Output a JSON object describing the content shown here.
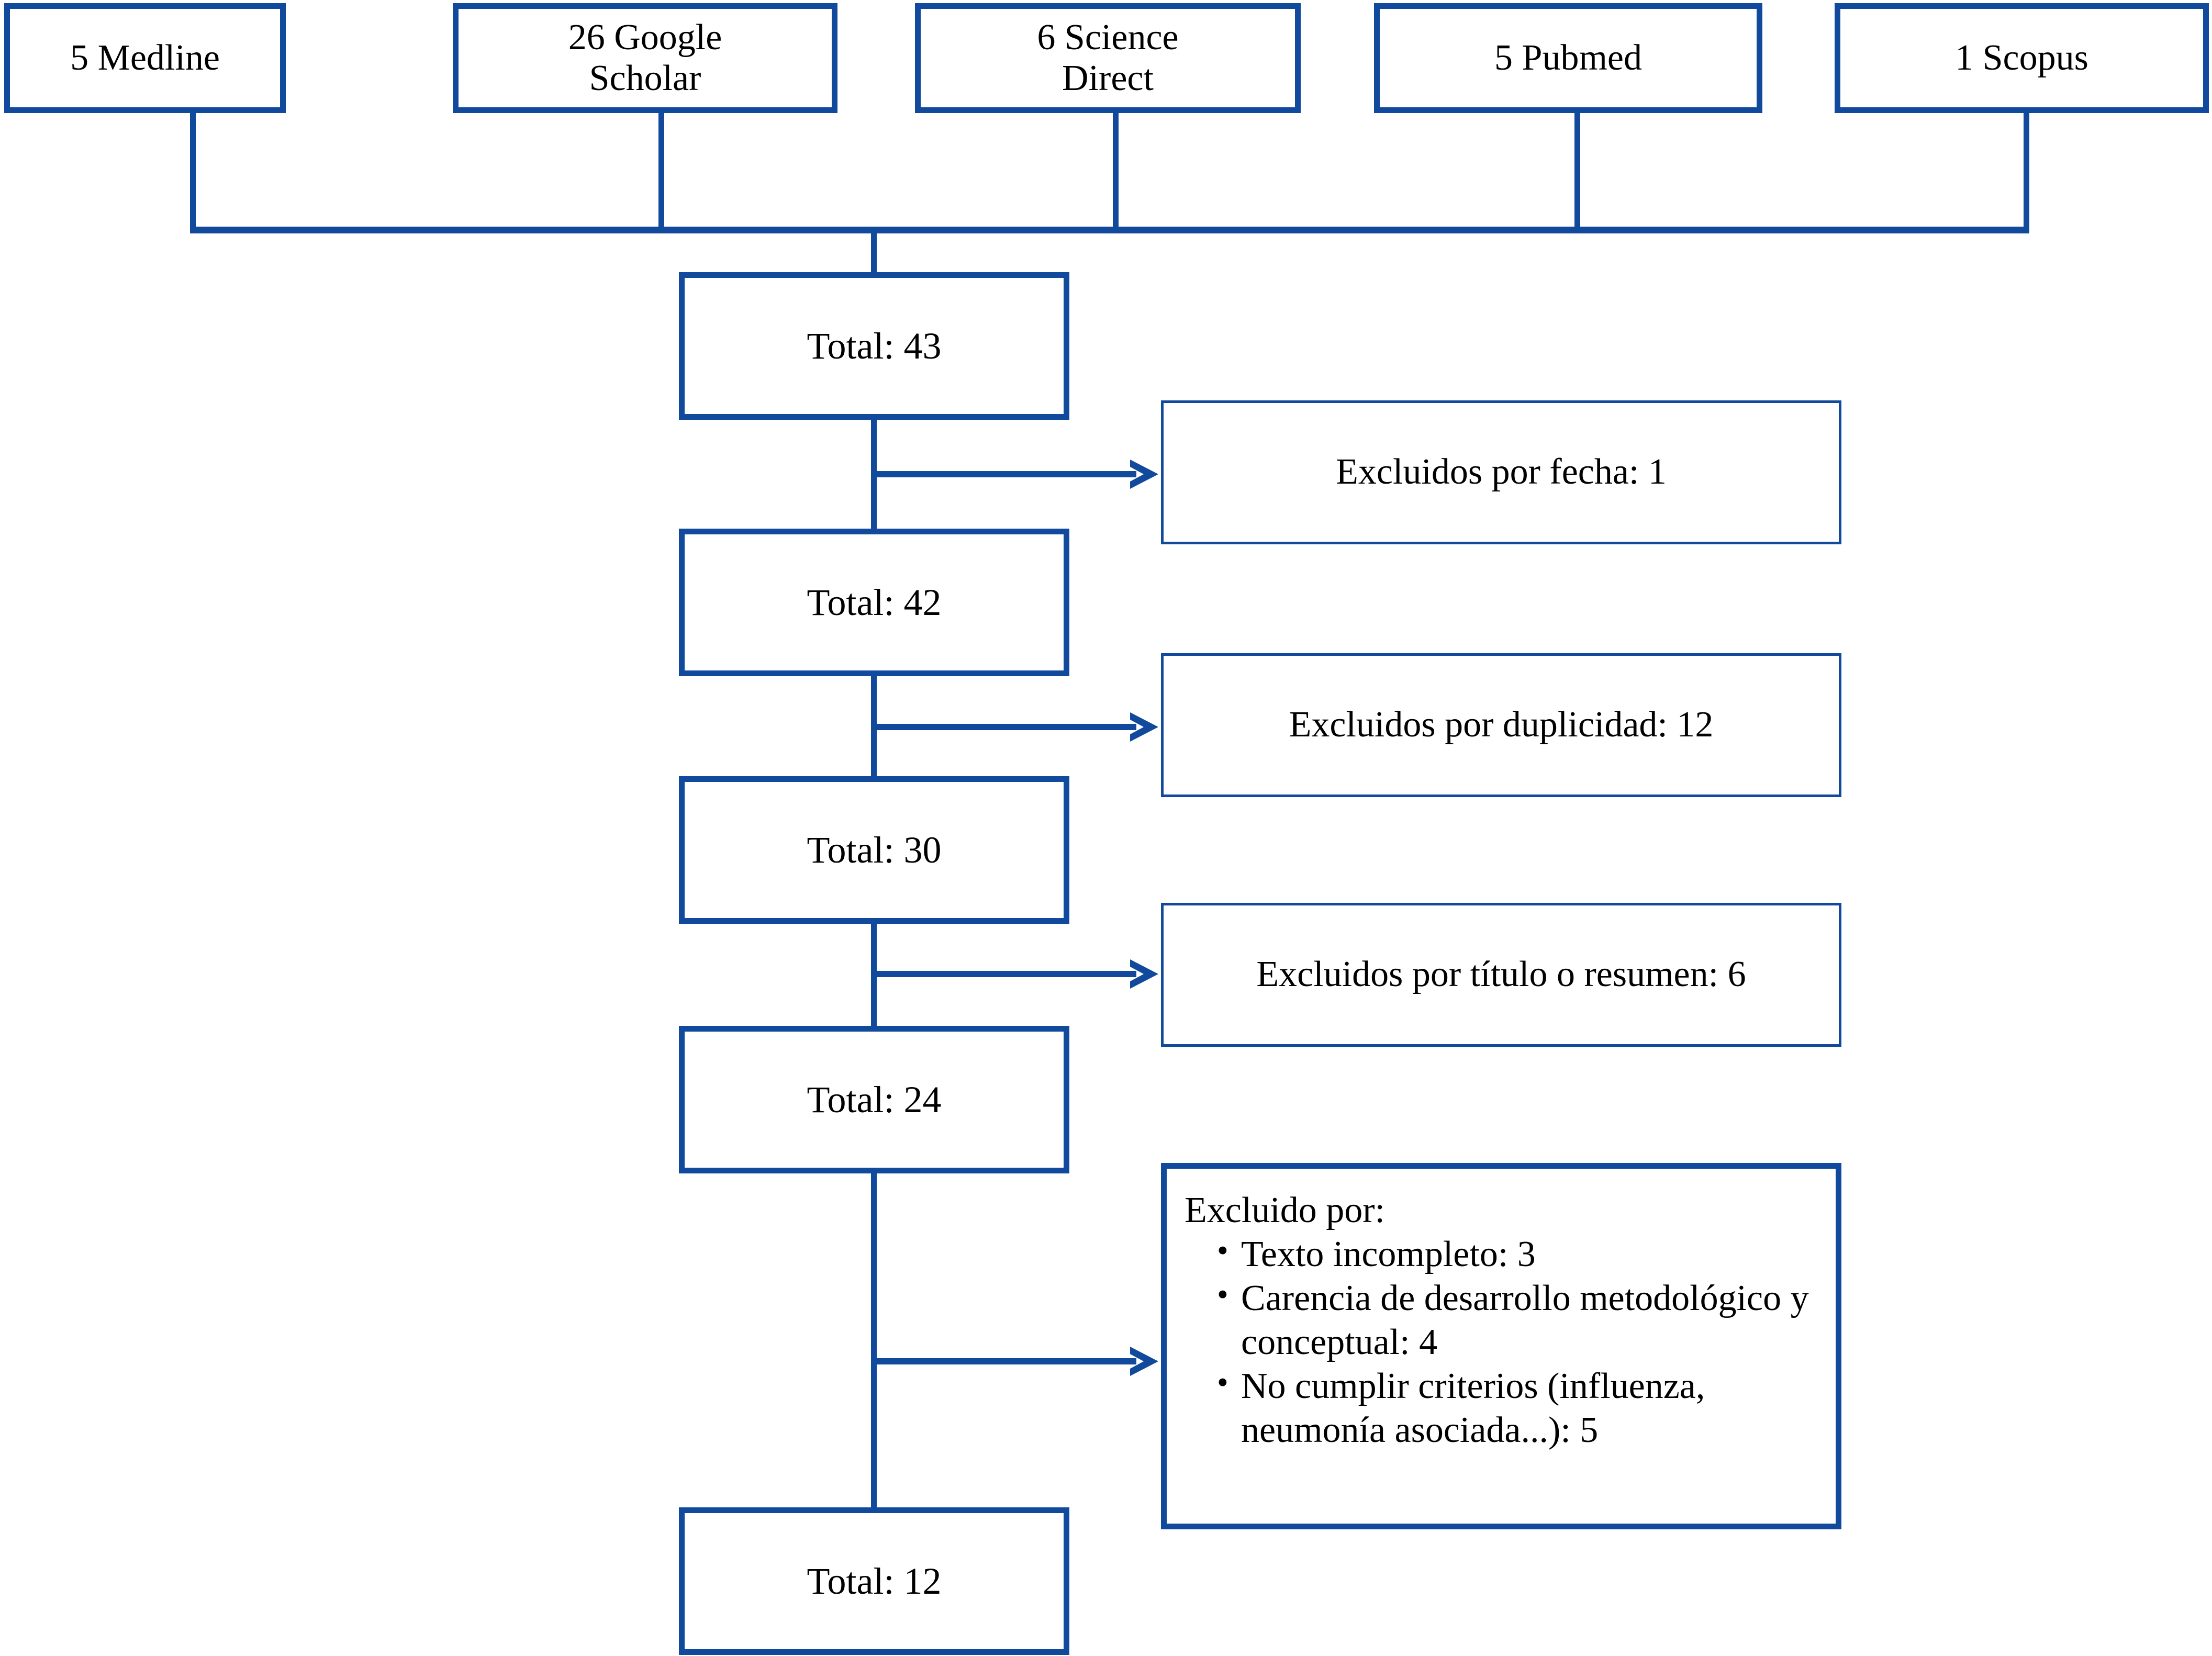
{
  "diagram": {
    "title": "Diagrama de flujo de seleccion de estudios",
    "accent_color": "#114a9c",
    "text_color": "#000000",
    "background_color": "#ffffff"
  },
  "sources": [
    {
      "id": "medline",
      "label": "5 Medline",
      "count": 5,
      "database": "Medline"
    },
    {
      "id": "google-scholar",
      "label": "26 Google\nScholar",
      "count": 26,
      "database": "Google Scholar"
    },
    {
      "id": "science-direct",
      "label": "6 Science\nDirect",
      "count": 6,
      "database": "Science Direct"
    },
    {
      "id": "pubmed",
      "label": "5 Pubmed",
      "count": 5,
      "database": "Pubmed"
    },
    {
      "id": "scopus",
      "label": "1 Scopus",
      "count": 1,
      "database": "Scopus"
    }
  ],
  "totals": [
    {
      "id": "total-43",
      "label": "Total: 43",
      "value": 43
    },
    {
      "id": "total-42",
      "label": "Total: 42",
      "value": 42
    },
    {
      "id": "total-30",
      "label": "Total: 30",
      "value": 30
    },
    {
      "id": "total-24",
      "label": "Total: 24",
      "value": 24
    },
    {
      "id": "total-12",
      "label": "Total: 12",
      "value": 12
    }
  ],
  "exclusions": [
    {
      "id": "excl-fecha",
      "label": "Excluidos por fecha: 1",
      "value": 1
    },
    {
      "id": "excl-duplicidad",
      "label": "Excluidos por duplicidad: 12",
      "value": 12
    },
    {
      "id": "excl-titulo",
      "label": "Excluidos por título o resumen: 6",
      "value": 6
    }
  ],
  "exclusion_list": {
    "id": "excl-detallado",
    "header": "Excluido por:",
    "bullet_glyph": "•",
    "items": [
      {
        "label": "Texto incompleto: 3",
        "value": 3
      },
      {
        "label": "Carencia de desarrollo metodológico y conceptual: 4",
        "value": 4
      },
      {
        "label": "No cumplir criterios (influenza, neumonía asociada...): 5",
        "value": 5
      }
    ]
  },
  "chart_data": {
    "type": "diagram",
    "flow": "PRISMA study-selection flow",
    "identification": {
      "Medline": 5,
      "Google Scholar": 26,
      "Science Direct": 6,
      "Pubmed": 5,
      "Scopus": 1,
      "total": 43
    },
    "screening_steps": [
      {
        "in": 43,
        "excluded": 1,
        "reason": "Excluidos por fecha",
        "out": 42
      },
      {
        "in": 42,
        "excluded": 12,
        "reason": "Excluidos por duplicidad",
        "out": 30
      },
      {
        "in": 30,
        "excluded": 6,
        "reason": "Excluidos por título o resumen",
        "out": 24
      },
      {
        "in": 24,
        "excluded": 12,
        "reason": "Excluido por: texto incompleto (3), carencia de desarrollo metodológico y conceptual (4), no cumplir criterios (5)",
        "out": 12
      }
    ],
    "included": 12
  }
}
